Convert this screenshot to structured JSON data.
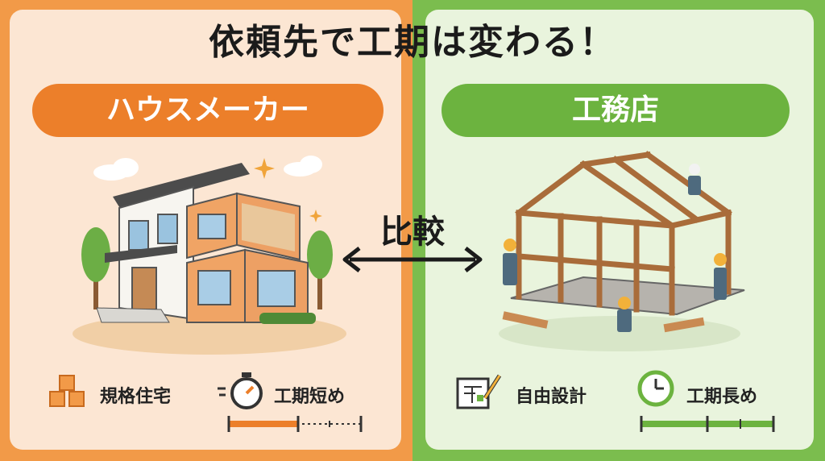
{
  "title": "依頼先で工期は変わる！",
  "compare_label": "比較",
  "left": {
    "heading": "ハウスメーカー",
    "feature1": "規格住宅",
    "feature2": "工期短め",
    "duration_fill": 0.45
  },
  "right": {
    "heading": "工務店",
    "feature1": "自由設計",
    "feature2": "工期長め",
    "duration_fill": 1.0
  },
  "colors": {
    "orange": "#ec7f2a",
    "green": "#6cb33f",
    "left_bg": "#fce6d3",
    "right_bg": "#e9f4dd"
  },
  "icons": [
    "cubes-icon",
    "stopwatch-icon",
    "blueprint-icon",
    "clock-icon",
    "double-arrow-icon"
  ]
}
